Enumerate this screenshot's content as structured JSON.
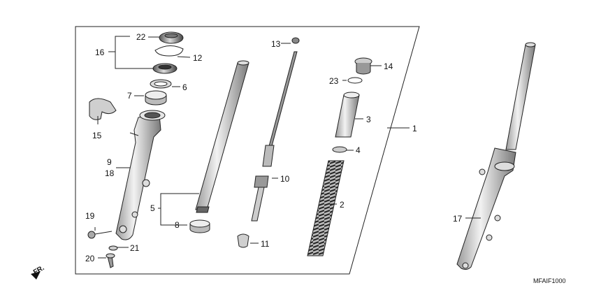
{
  "diagram": {
    "code": "MFAIF1000",
    "direction": "FR.",
    "labels": {
      "p1": "1",
      "p2": "2",
      "p3": "3",
      "p4": "4",
      "p5": "5",
      "p6": "6",
      "p7": "7",
      "p8": "8",
      "p9": "9",
      "p10": "10",
      "p11": "11",
      "p12": "12",
      "p13": "13",
      "p14": "14",
      "p15": "15",
      "p16": "16",
      "p17": "17",
      "p18": "18",
      "p19": "19",
      "p20": "20",
      "p21": "21",
      "p22": "22",
      "p23": "23"
    }
  }
}
